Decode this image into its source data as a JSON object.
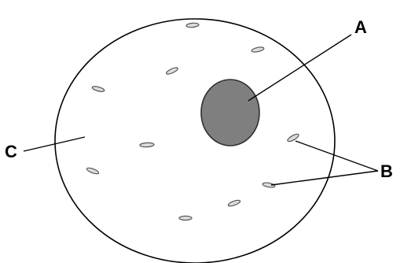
{
  "diagram": {
    "labels": {
      "a": "A",
      "b": "B",
      "c": "C"
    },
    "colors": {
      "background": "#ffffff",
      "outline": "#000000",
      "nucleus_fill": "#7f7f7f",
      "nucleus_stroke": "#2f2f2f",
      "organelle_fill": "#dcdcdc",
      "organelle_stroke": "#555555",
      "leader_line": "#000000"
    }
  }
}
